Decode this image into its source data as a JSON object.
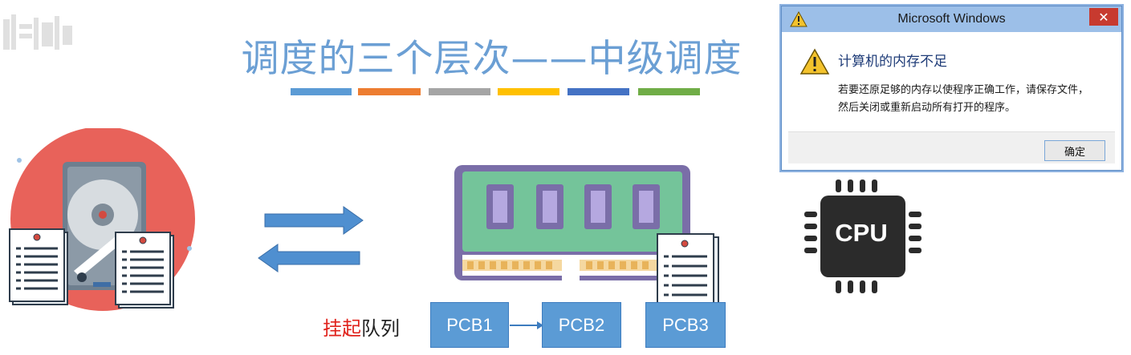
{
  "slide": {
    "title": "调度的三个层次——中级调度",
    "title_color": "#6b9fd4",
    "accent_bars": [
      "#5b9bd5",
      "#ed7d31",
      "#a5a5a5",
      "#ffc000",
      "#4472c4",
      "#70ad47"
    ]
  },
  "queue": {
    "label_red": "挂起",
    "label_rest": "队列",
    "items": [
      "PCB1",
      "PCB2",
      "PCB3"
    ],
    "box_color": "#5b9bd5"
  },
  "dialog": {
    "title": "Microsoft Windows",
    "close_glyph": "✕",
    "heading": "计算机的内存不足",
    "message_line1": "若要还原足够的内存以使程序正确工作，请保存文件，",
    "message_line2": "然后关闭或重新启动所有打开的程序。",
    "ok_label": "确定"
  },
  "cpu": {
    "label": "CPU"
  },
  "icons": [
    "watermark-logo",
    "hard-disk-icon",
    "document-icon",
    "transfer-right-arrow",
    "transfer-left-arrow",
    "ram-module-icon",
    "server-document-icon",
    "warning-icon",
    "cpu-chip-icon"
  ]
}
